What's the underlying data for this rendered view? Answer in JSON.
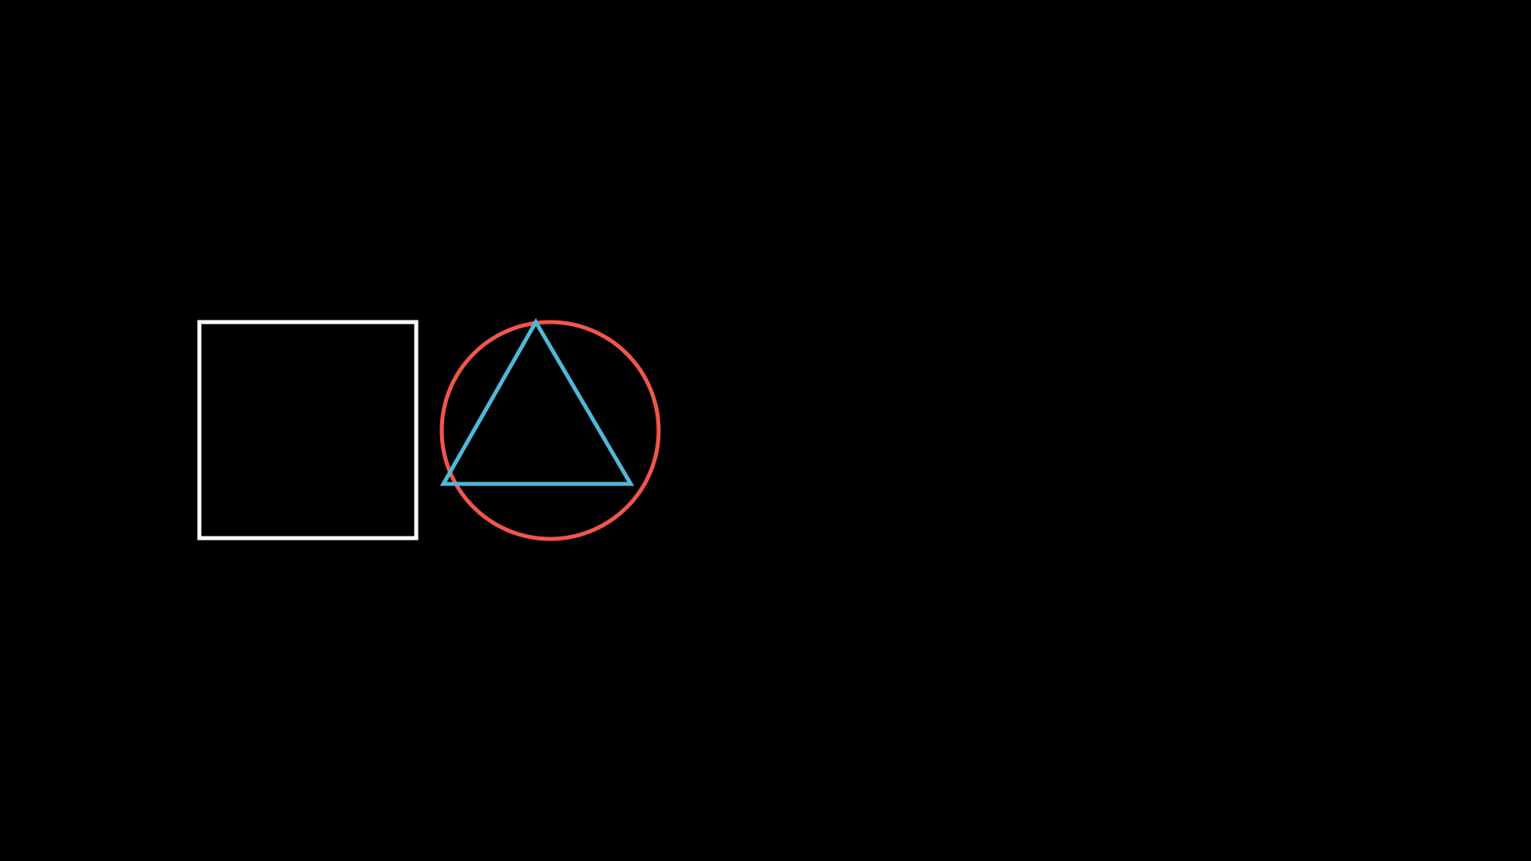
{
  "background_color": "#000000",
  "shapes": [
    {
      "kind": "square",
      "stroke_color": "#ffffff"
    },
    {
      "kind": "circle",
      "stroke_color": "#f2564b"
    },
    {
      "kind": "triangle",
      "stroke_color": "#4fb8d9"
    }
  ]
}
